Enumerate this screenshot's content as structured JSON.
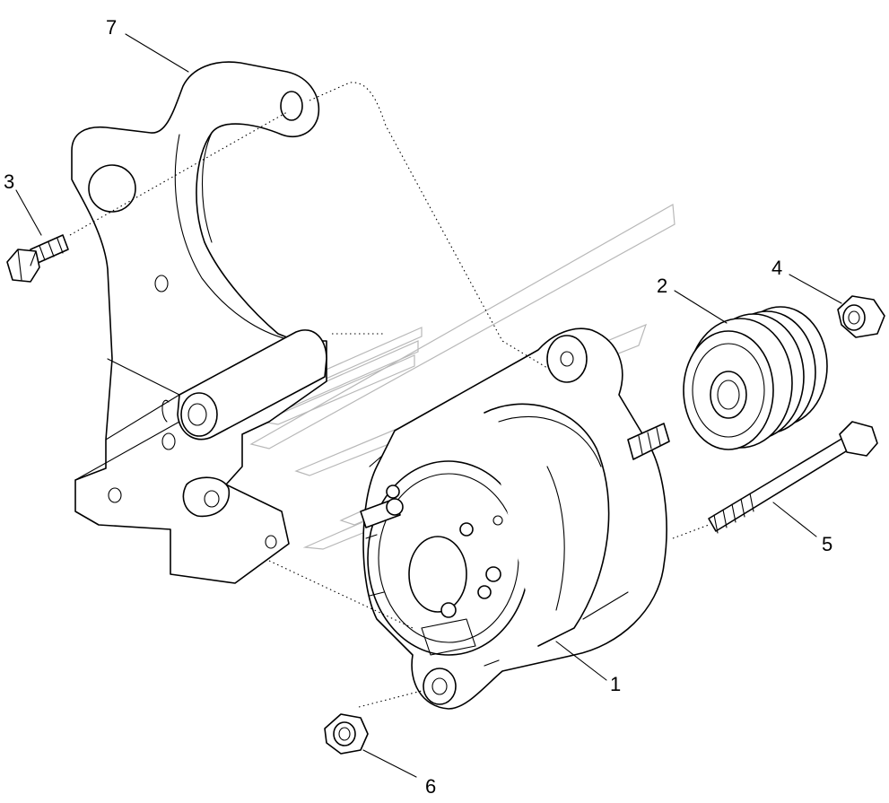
{
  "callouts": [
    {
      "id": "1",
      "label": "1",
      "part": "alternator"
    },
    {
      "id": "2",
      "label": "2",
      "part": "pulley"
    },
    {
      "id": "3",
      "label": "3",
      "part": "bolt"
    },
    {
      "id": "4",
      "label": "4",
      "part": "nut"
    },
    {
      "id": "5",
      "label": "5",
      "part": "bolt"
    },
    {
      "id": "6",
      "label": "6",
      "part": "nut"
    },
    {
      "id": "7",
      "label": "7",
      "part": "mounting-bracket"
    }
  ],
  "colors": {
    "line": "#000000",
    "background": "#ffffff",
    "watermark": "#b8b8b8"
  }
}
